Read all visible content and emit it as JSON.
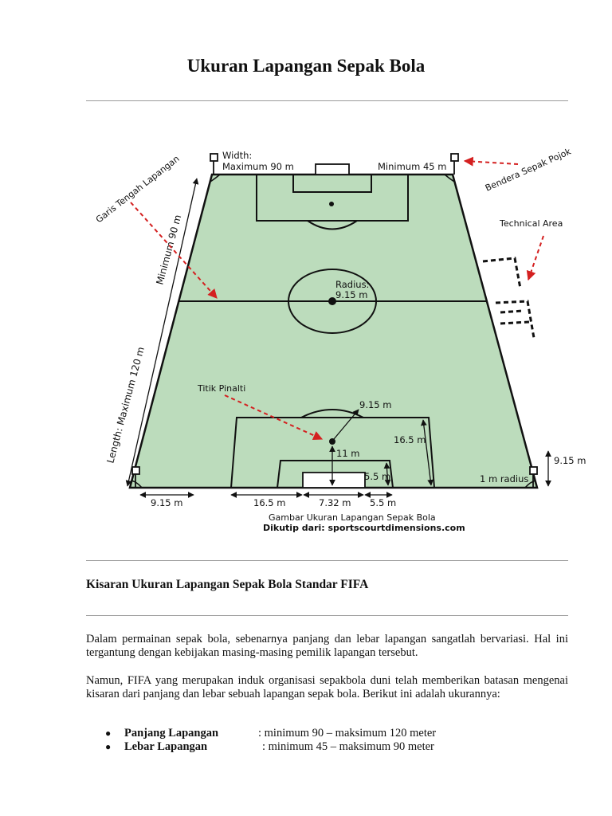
{
  "page": {
    "title": "Ukuran Lapangan Sepak Bola",
    "subheading": "Kisaran Ukuran Lapangan Sepak Bola Standar FIFA",
    "paragraphs": [
      "Dalam permainan sepak bola, sebenarnya panjang dan lebar lapangan sangatlah bervariasi. Hal ini tergantung dengan kebijakan masing-masing pemilik lapangan tersebut.",
      "Namun, FIFA yang merupakan induk organisasi sepakbola duni telah memberikan batasan mengenai kisaran dari panjang dan lebar sebuah lapangan sepak bola. Berikut ini adalah ukurannya:"
    ],
    "list": [
      {
        "label": "Panjang Lapangan",
        "value": ": minimum 90 – maksimum 120 meter"
      },
      {
        "label": "Lebar Lapangan",
        "value": ": minimum 45 – maksimum 90 meter"
      }
    ]
  },
  "figure": {
    "field_color": "#bcdcbc",
    "arrow_color": "#d42020",
    "labels": {
      "width_title": "Width:",
      "width_max": "Maximum 90 m",
      "width_min": "Minimum 45 m",
      "corner_flag": "Bendera Sepak Pojok",
      "center_line": "Garis Tengah Lapangan",
      "technical_area": "Technical Area",
      "length_min": "Minimum 90 m",
      "length_max": "Length: Maximum 120 m",
      "radius_title": "Radius:",
      "radius_value": "9.15 m",
      "penalty_spot": "Titik Pinalti",
      "arc_radius": "9.15 m",
      "penalty_depth": "16.5 m",
      "spot_distance": "11 m",
      "goal_area_depth": "5.5 m",
      "corner_side": "9.15 m",
      "corner_radius": "1 m radius",
      "dim_corner": "9.15 m",
      "dim_penalty": "16.5 m",
      "dim_goal": "7.32 m",
      "dim_goal_area": "5.5 m",
      "caption1": "Gambar Ukuran Lapangan Sepak Bola",
      "caption2": "Dikutip dari: sportscourtdimensions.com"
    }
  }
}
